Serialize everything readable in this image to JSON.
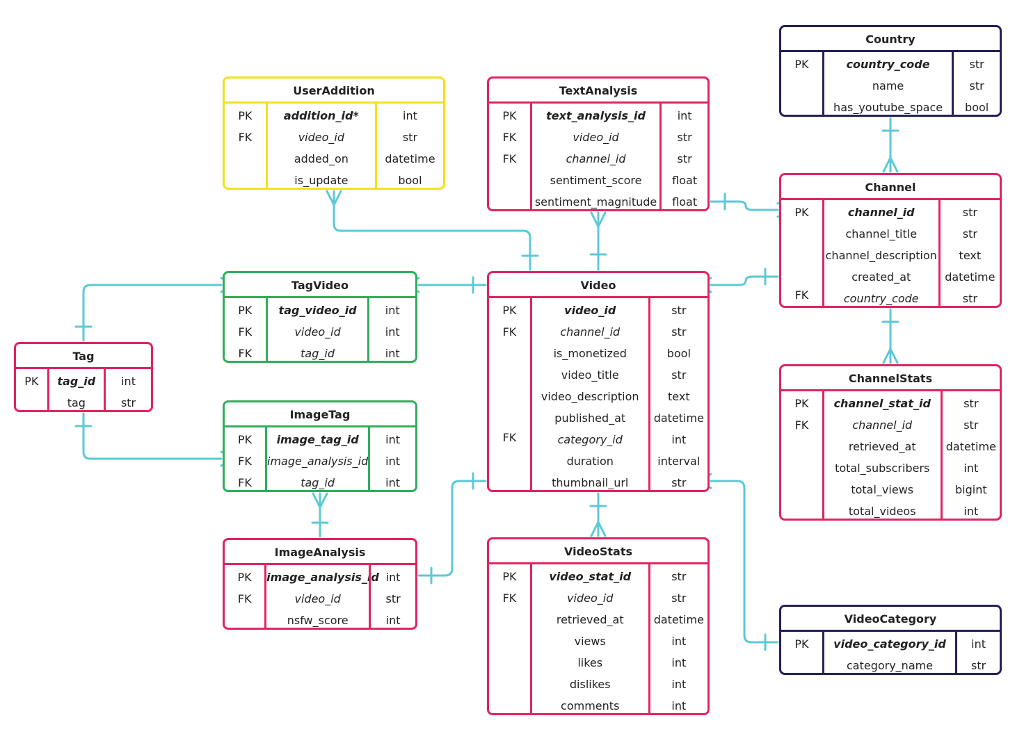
{
  "colors": {
    "line": "#5BC9D6",
    "crimson": "#E0245E",
    "yellow": "#F2E11B",
    "green": "#2FAE5A",
    "navy": "#23205A"
  },
  "entities": [
    {
      "key": "country",
      "title": "Country",
      "color": "#23205A",
      "rows": [
        [
          "PK",
          "country_code",
          "str",
          "pk"
        ],
        [
          "",
          "name",
          "str",
          ""
        ],
        [
          "",
          "has_youtube_space",
          "bool",
          ""
        ]
      ]
    },
    {
      "key": "useraddition",
      "title": "UserAddition",
      "color": "#F2E11B",
      "rows": [
        [
          "PK",
          "addition_id*",
          "int",
          "pk"
        ],
        [
          "FK",
          "video_id",
          "str",
          "fk"
        ],
        [
          "",
          "added_on",
          "datetime",
          ""
        ],
        [
          "",
          "is_update",
          "bool",
          ""
        ]
      ]
    },
    {
      "key": "textanalysis",
      "title": "TextAnalysis",
      "color": "#E0245E",
      "rows": [
        [
          "PK",
          "text_analysis_id",
          "int",
          "pk"
        ],
        [
          "FK",
          "video_id",
          "str",
          "fk"
        ],
        [
          "FK",
          "channel_id",
          "str",
          "fk"
        ],
        [
          "",
          "sentiment_score",
          "float",
          ""
        ],
        [
          "",
          "sentiment_magnitude",
          "float",
          ""
        ]
      ]
    },
    {
      "key": "channel",
      "title": "Channel",
      "color": "#E0245E",
      "rows": [
        [
          "PK",
          "channel_id",
          "str",
          "pk"
        ],
        [
          "",
          "channel_title",
          "str",
          ""
        ],
        [
          "",
          "channel_description",
          "text",
          ""
        ],
        [
          "",
          "created_at",
          "datetime",
          ""
        ],
        [
          "FK",
          "country_code",
          "str",
          "fk"
        ]
      ]
    },
    {
      "key": "tagvideo",
      "title": "TagVideo",
      "color": "#2FAE5A",
      "rows": [
        [
          "PK",
          "tag_video_id",
          "int",
          "pk"
        ],
        [
          "FK",
          "video_id",
          "int",
          "fk"
        ],
        [
          "FK",
          "tag_id",
          "int",
          "fk"
        ]
      ]
    },
    {
      "key": "video",
      "title": "Video",
      "color": "#E0245E",
      "rows": [
        [
          "PK",
          "video_id",
          "str",
          "pk"
        ],
        [
          "FK",
          "channel_id",
          "str",
          "fk"
        ],
        [
          "",
          "is_monetized",
          "bool",
          ""
        ],
        [
          "",
          "video_title",
          "str",
          ""
        ],
        [
          "",
          "video_description",
          "text",
          ""
        ],
        [
          "",
          "published_at",
          "datetime",
          ""
        ],
        [
          "FK",
          "category_id",
          "int",
          "fk"
        ],
        [
          "",
          "duration",
          "interval",
          ""
        ],
        [
          "",
          "thumbnail_url",
          "str",
          ""
        ]
      ]
    },
    {
      "key": "tag",
      "title": "Tag",
      "color": "#E0245E",
      "rows": [
        [
          "PK",
          "tag_id",
          "int",
          "pk"
        ],
        [
          "",
          "tag",
          "str",
          ""
        ]
      ]
    },
    {
      "key": "imagetag",
      "title": "ImageTag",
      "color": "#2FAE5A",
      "rows": [
        [
          "PK",
          "image_tag_id",
          "int",
          "pk"
        ],
        [
          "FK",
          "image_analysis_id",
          "int",
          "fk"
        ],
        [
          "FK",
          "tag_id",
          "int",
          "fk"
        ]
      ]
    },
    {
      "key": "channelstats",
      "title": "ChannelStats",
      "color": "#E0245E",
      "rows": [
        [
          "PK",
          "channel_stat_id",
          "str",
          "pk"
        ],
        [
          "FK",
          "channel_id",
          "str",
          "fk"
        ],
        [
          "",
          "retrieved_at",
          "datetime",
          ""
        ],
        [
          "",
          "total_subscribers",
          "int",
          ""
        ],
        [
          "",
          "total_views",
          "bigint",
          ""
        ],
        [
          "",
          "total_videos",
          "int",
          ""
        ]
      ]
    },
    {
      "key": "imageanalysis",
      "title": "ImageAnalysis",
      "color": "#E0245E",
      "rows": [
        [
          "PK",
          "image_analysis_id",
          "int",
          "pk"
        ],
        [
          "FK",
          "video_id",
          "str",
          "fk"
        ],
        [
          "",
          "nsfw_score",
          "int",
          ""
        ]
      ]
    },
    {
      "key": "videostats",
      "title": "VideoStats",
      "color": "#E0245E",
      "rows": [
        [
          "PK",
          "video_stat_id",
          "str",
          "pk"
        ],
        [
          "FK",
          "video_id",
          "str",
          "fk"
        ],
        [
          "",
          "retrieved_at",
          "datetime",
          ""
        ],
        [
          "",
          "views",
          "int",
          ""
        ],
        [
          "",
          "likes",
          "int",
          ""
        ],
        [
          "",
          "dislikes",
          "int",
          ""
        ],
        [
          "",
          "comments",
          "int",
          ""
        ]
      ]
    },
    {
      "key": "videocategory",
      "title": "VideoCategory",
      "color": "#23205A",
      "rows": [
        [
          "PK",
          "video_category_id",
          "int",
          "pk"
        ],
        [
          "",
          "category_name",
          "str",
          ""
        ]
      ]
    }
  ]
}
